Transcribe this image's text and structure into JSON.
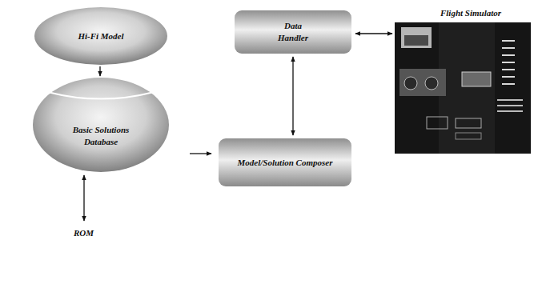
{
  "diagram": {
    "nodes": [
      {
        "text": [
          "Hi-Fi Model"
        ]
      },
      {
        "text": [
          "Basic Solutions Database"
        ]
      },
      {
        "text": [
          "Data Handler"
        ]
      },
      {
        "text": [
          "Model/Solution Composer"
        ]
      },
      {
        "text": [
          "Flight Simulator"
        ]
      }
    ],
    "edges": [
      {
        "from": 0,
        "to": 1,
        "arrow": "to"
      },
      {
        "from": 1,
        "to": 3,
        "arrow": "to"
      },
      {
        "from": 2,
        "to": 3,
        "arrow": "both"
      },
      {
        "from": 2,
        "to": 4,
        "arrow": "both"
      }
    ],
    "labels": [
      "ROM"
    ]
  }
}
